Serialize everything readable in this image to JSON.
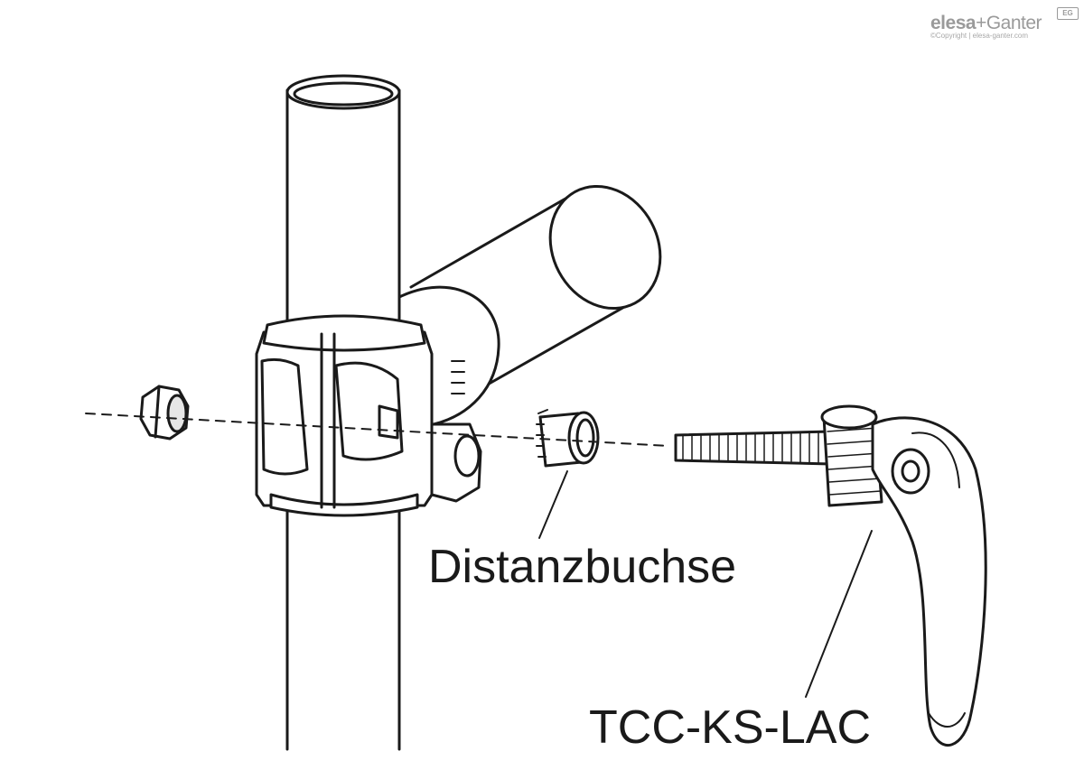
{
  "logo": {
    "brand_elesa": "elesa",
    "brand_plus": "+",
    "brand_ganter": "Ganter",
    "badge": "EG",
    "copyright": "©Copyright | elesa-ganter.com",
    "color": "#9a9a9a"
  },
  "labels": {
    "spacer": "Distanzbuchse",
    "lever": "TCC-KS-LAC"
  },
  "colors": {
    "outline": "#1a1a1a",
    "fill": "#ffffff",
    "shade": "#e6e6e6"
  }
}
